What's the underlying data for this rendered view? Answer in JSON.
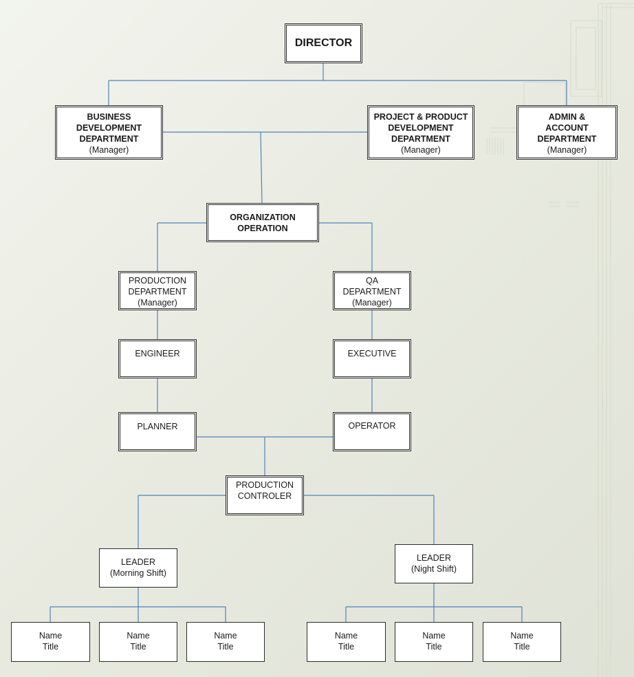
{
  "chart": {
    "director": "DIRECTOR",
    "business": {
      "l1": "BUSINESS",
      "l2": "DEVELOPMENT",
      "l3": "DEPARTMENT",
      "sub": "(Manager)"
    },
    "project": {
      "l1": "PROJECT & PRODUCT",
      "l2": "DEVELOPMENT",
      "l3": "DEPARTMENT",
      "sub": "(Manager)"
    },
    "admin": {
      "l1": "ADMIN &",
      "l2": "ACCOUNT",
      "l3": "DEPARTMENT",
      "sub": "(Manager)"
    },
    "organization": {
      "l1": "ORGANIZATION",
      "l2": "OPERATION"
    },
    "production_dept": {
      "l1": "PRODUCTION",
      "l2": "DEPARTMENT",
      "sub": "(Manager)"
    },
    "qa_dept": {
      "l1": "QA",
      "l2": "DEPARTMENT",
      "sub": "(Manager)"
    },
    "engineer": "ENGINEER",
    "executive": "EXECUTIVE",
    "planner": "PLANNER",
    "operator": "OPERATOR",
    "production_controller": {
      "l1": "PRODUCTION",
      "l2": "CONTROLER"
    },
    "leader_morning": {
      "l1": "LEADER",
      "l2": "(Morning Shift)"
    },
    "leader_night": {
      "l1": "LEADER",
      "l2": "(Night Shift)"
    },
    "staff": [
      {
        "name": "Name",
        "title": "Title"
      },
      {
        "name": "Name",
        "title": "Title"
      },
      {
        "name": "Name",
        "title": "Title"
      },
      {
        "name": "Name",
        "title": "Title"
      },
      {
        "name": "Name",
        "title": "Title"
      },
      {
        "name": "Name",
        "title": "Title"
      }
    ]
  },
  "colors": {
    "connector": "#4f81bd",
    "border": "#2b2b2b",
    "box": "#ffffff"
  }
}
